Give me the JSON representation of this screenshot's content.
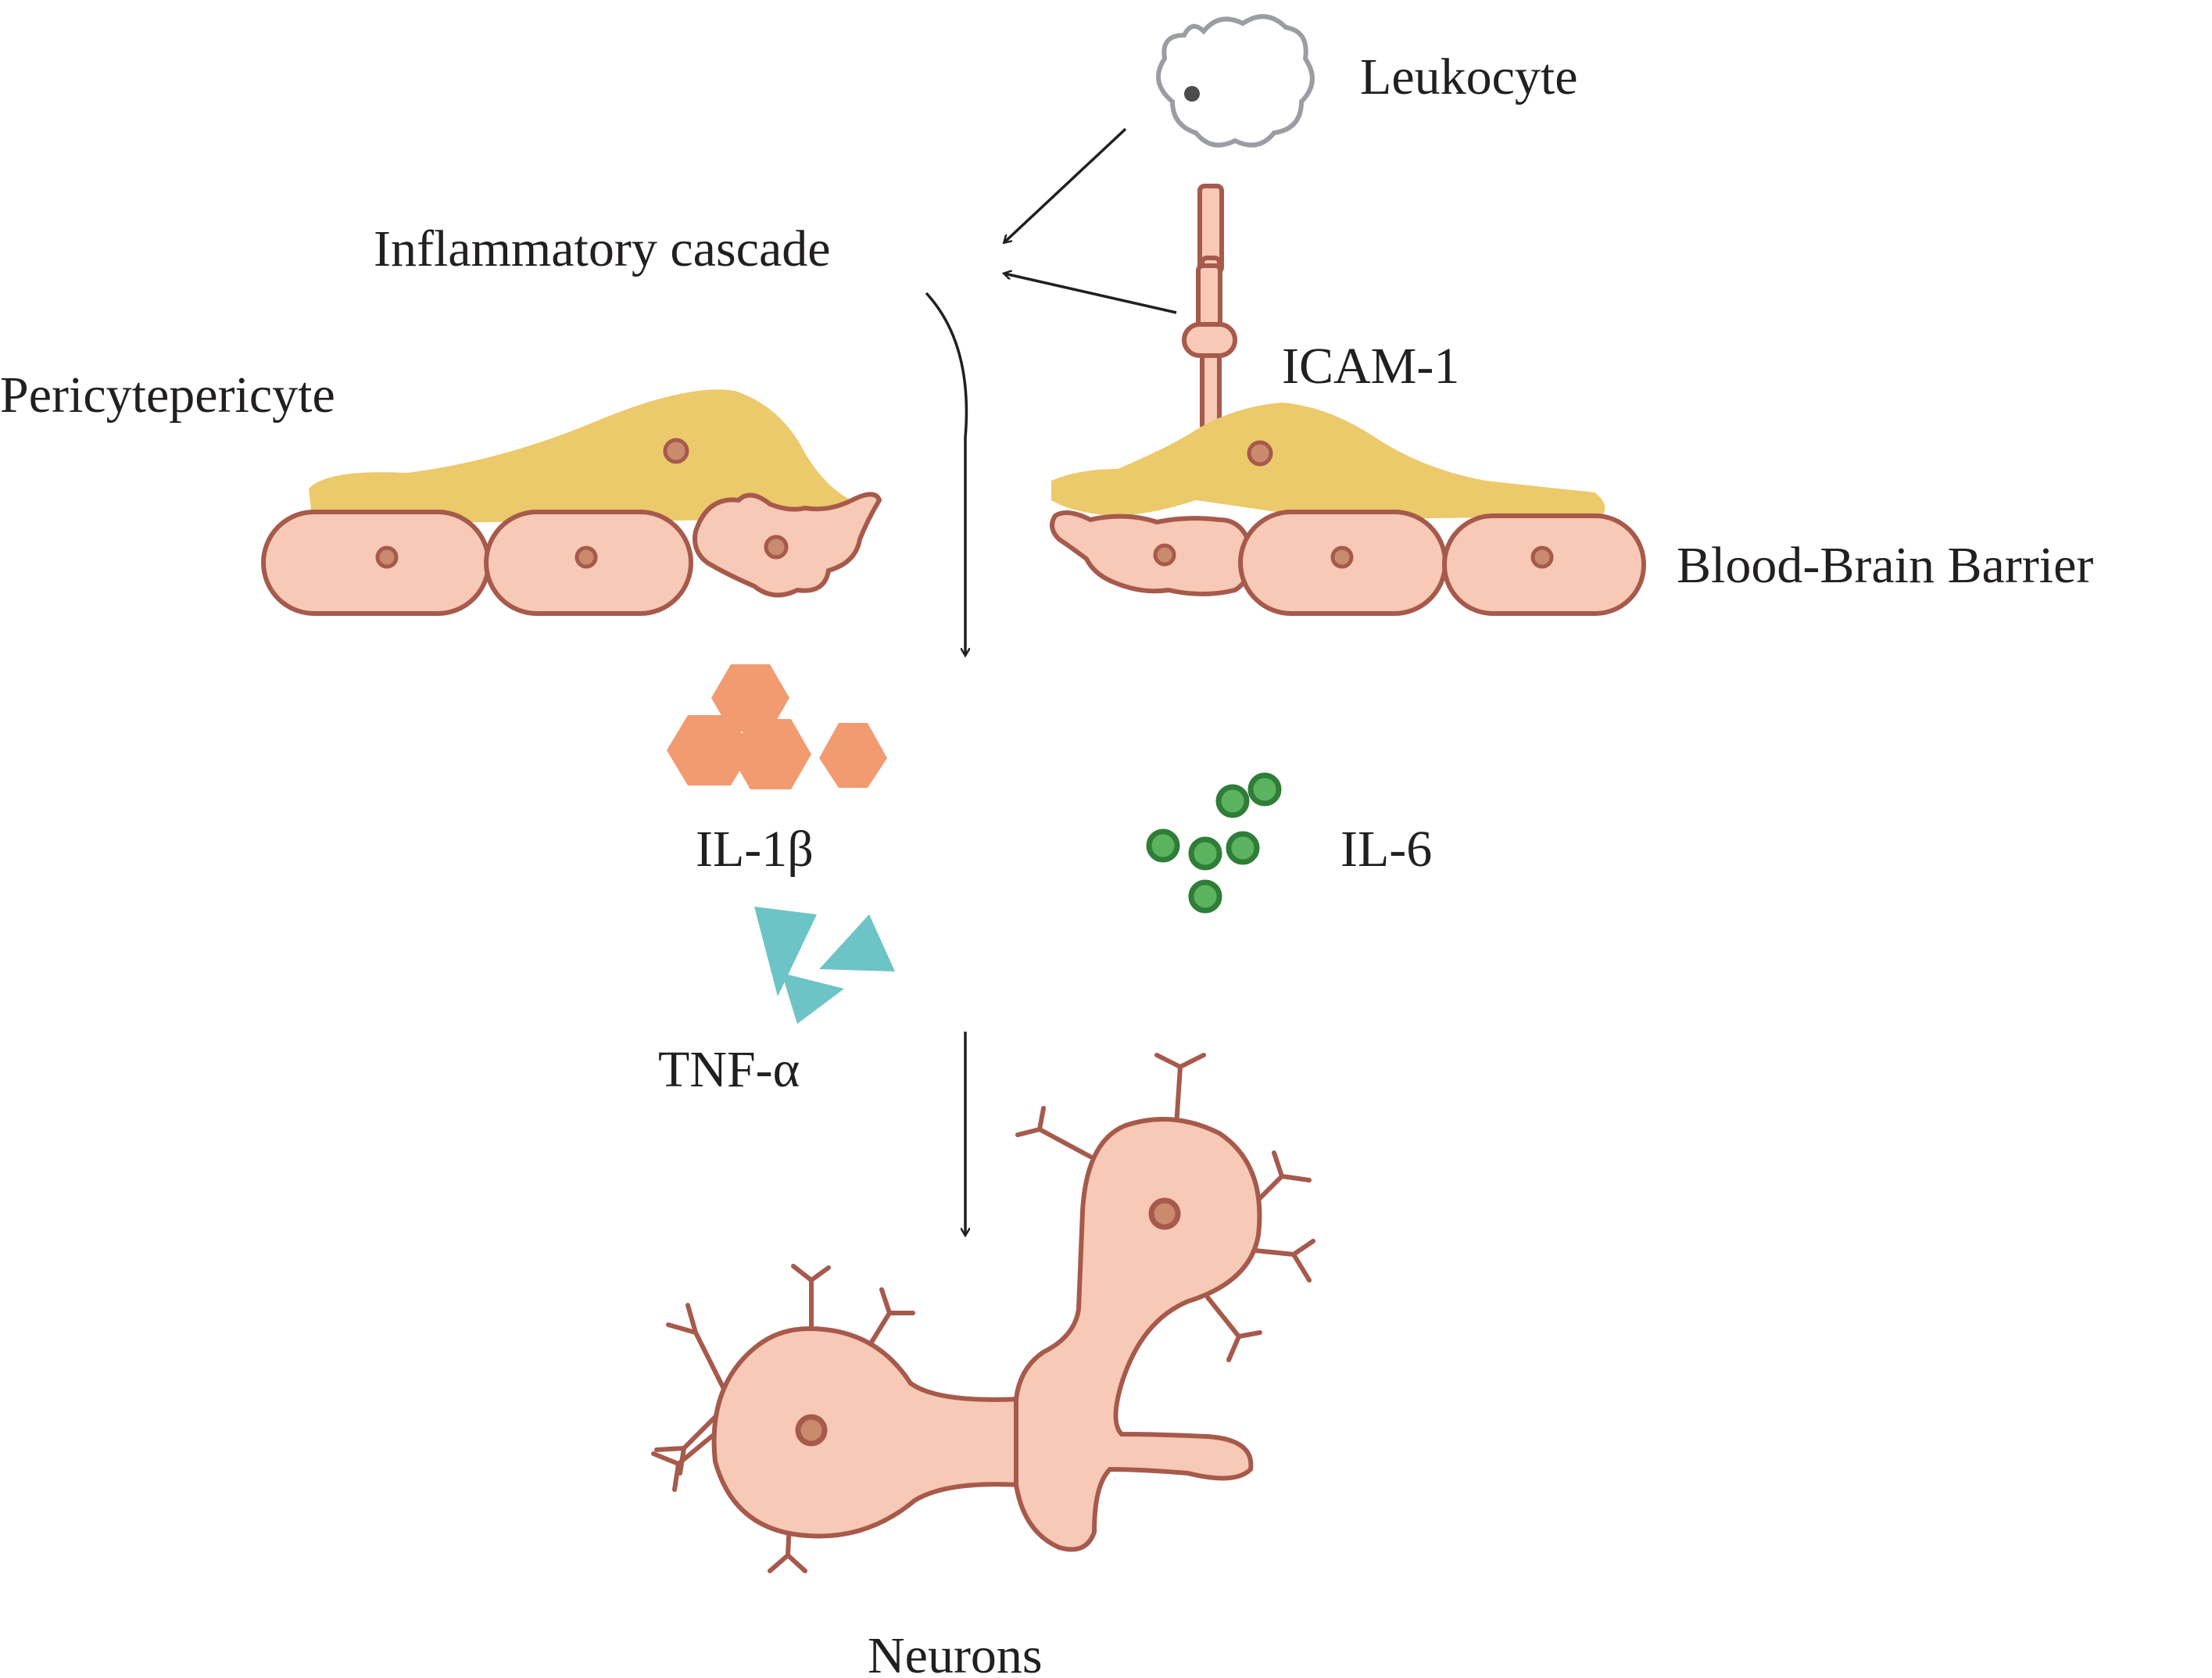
{
  "labels": {
    "leukocyte": "Leukocyte",
    "inflammatory_cascade": "Inflammatory cascade",
    "icam": "ICAM-1",
    "pericyte": "Pericytepericyte",
    "bbb": "Blood-Brain Barrier",
    "il1b": "IL-1β",
    "il6": "IL-6",
    "tnfa": "TNF-α",
    "neurons": "Neurons"
  },
  "colors": {
    "cell_fill": "#f8c9b6",
    "cell_stroke": "#a65a4c",
    "pericyte": "#ecc96b",
    "leukocyte_stroke": "#9a9ea3",
    "il1b": "#f29a70",
    "il6": "#3c9a45",
    "tnfa": "#6cc4c6",
    "arrow": "#231f20"
  }
}
